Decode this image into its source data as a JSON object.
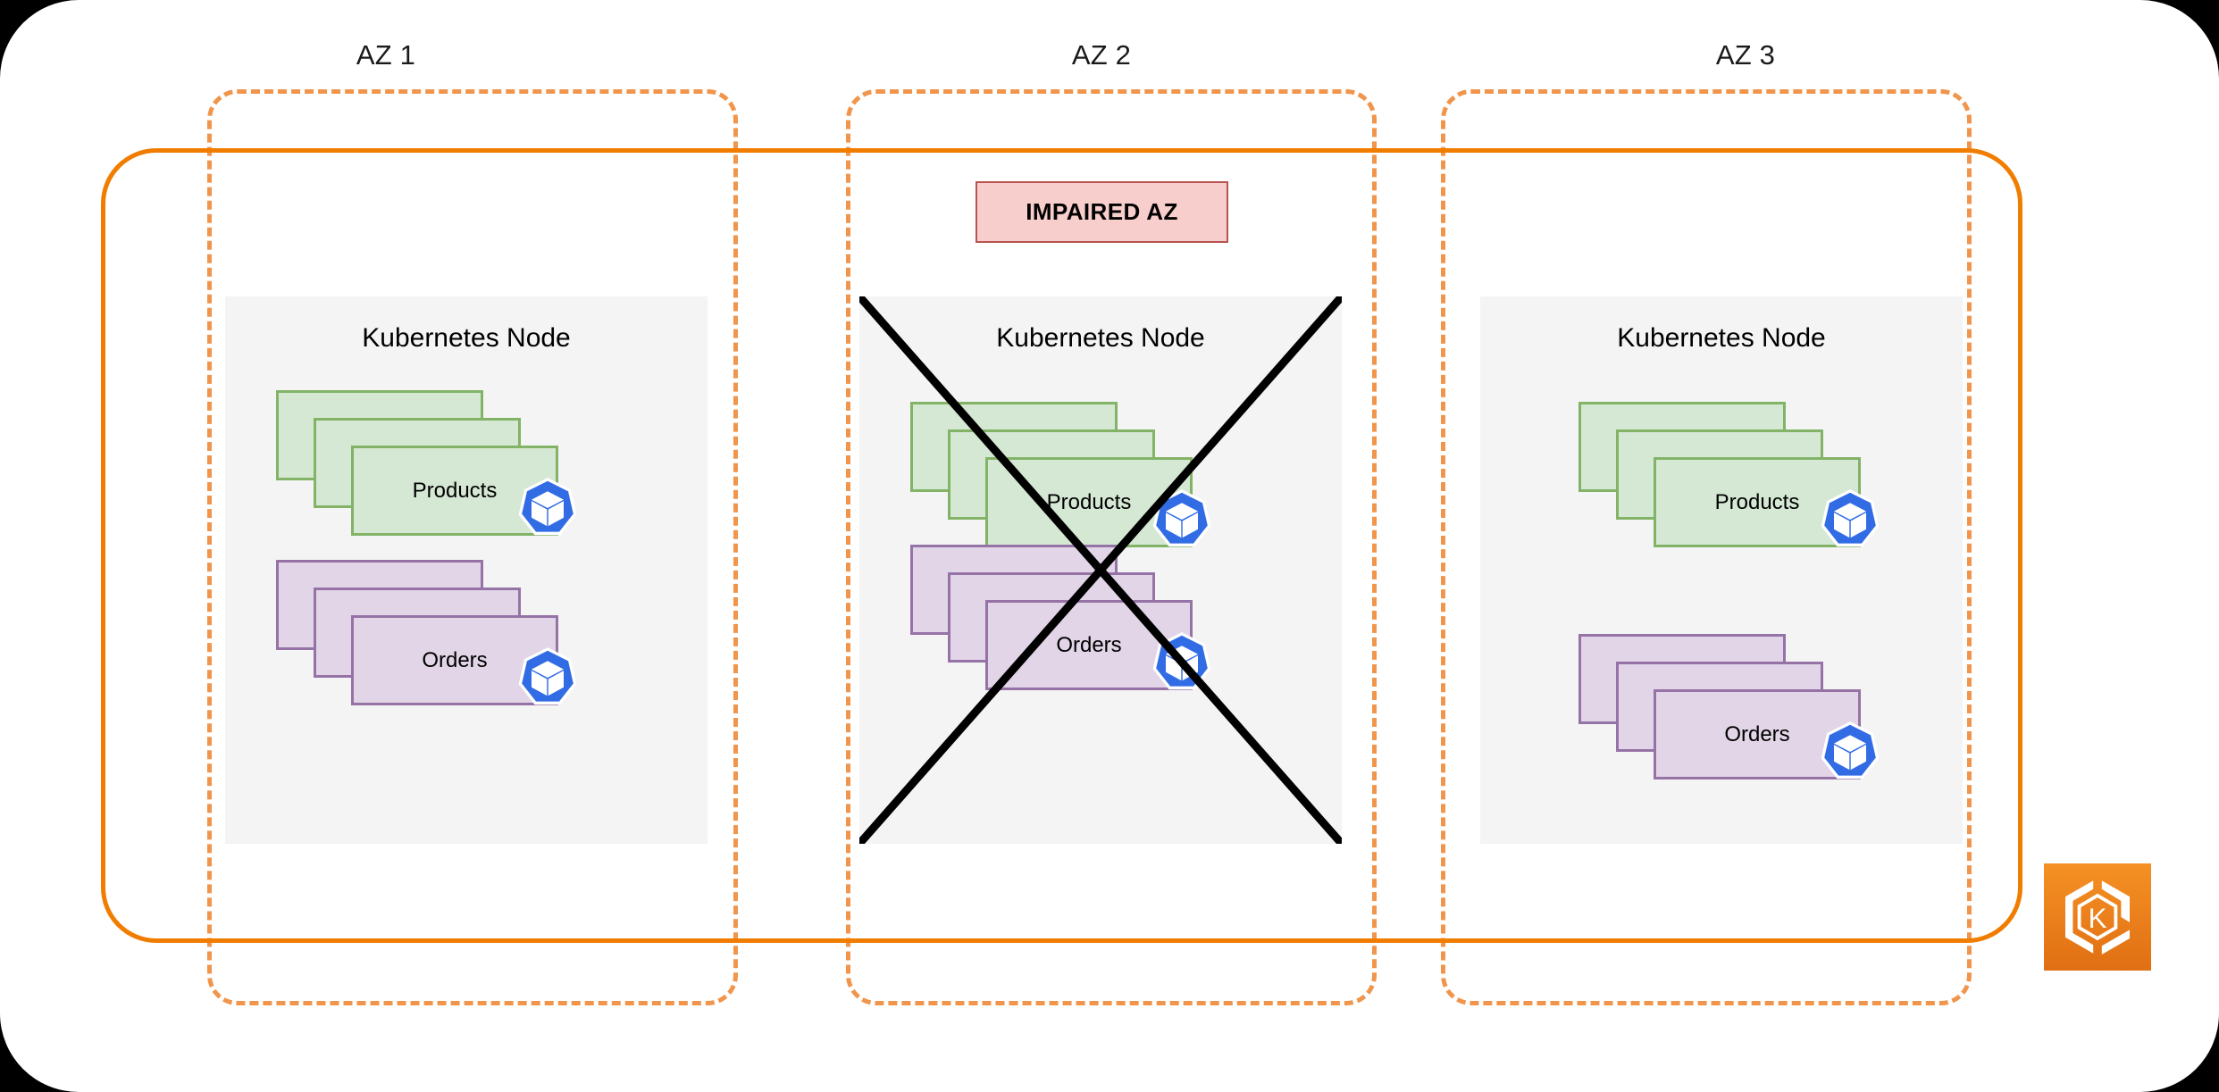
{
  "diagram": {
    "title": "Multi-AZ Kubernetes cluster with impaired availability zone",
    "colors": {
      "az_dashed_border": "#f0954b",
      "cluster_border": "#f07d00",
      "node_fill": "#f4f4f4",
      "pod_green_fill": "#d5e8d4",
      "pod_green_border": "#82b366",
      "pod_purple_fill": "#e1d5e7",
      "pod_purple_border": "#9673a6",
      "impaired_fill": "#f8cecc",
      "impaired_border": "#b85450",
      "k8s_blue": "#326ce5",
      "eks_orange_top": "#f59124",
      "eks_orange_bottom": "#e06f13",
      "cross_mark": "#000000",
      "canvas": "#ffffff",
      "backdrop": "#000000"
    },
    "availability_zones": [
      {
        "label": "AZ 1",
        "impaired": false,
        "node": {
          "title": "Kubernetes Node",
          "pod_groups": [
            {
              "label": "Products",
              "color": "green",
              "replicas": 3,
              "icon": "kubernetes-pod-icon"
            },
            {
              "label": "Orders",
              "color": "purple",
              "replicas": 3,
              "icon": "kubernetes-pod-icon"
            }
          ]
        }
      },
      {
        "label": "AZ 2",
        "impaired": true,
        "impaired_badge": "IMPAIRED AZ",
        "node": {
          "title": "Kubernetes Node",
          "pod_groups": [
            {
              "label": "Products",
              "color": "green",
              "replicas": 3,
              "icon": "kubernetes-pod-icon"
            },
            {
              "label": "Orders",
              "color": "purple",
              "replicas": 3,
              "icon": "kubernetes-pod-icon"
            }
          ]
        }
      },
      {
        "label": "AZ 3",
        "impaired": false,
        "node": {
          "title": "Kubernetes Node",
          "pod_groups": [
            {
              "label": "Products",
              "color": "green",
              "replicas": 3,
              "icon": "kubernetes-pod-icon"
            },
            {
              "label": "Orders",
              "color": "purple",
              "replicas": 3,
              "icon": "kubernetes-pod-icon"
            }
          ]
        }
      }
    ],
    "service_logo": {
      "name": "aws-eks-logo",
      "letter": "K"
    }
  }
}
